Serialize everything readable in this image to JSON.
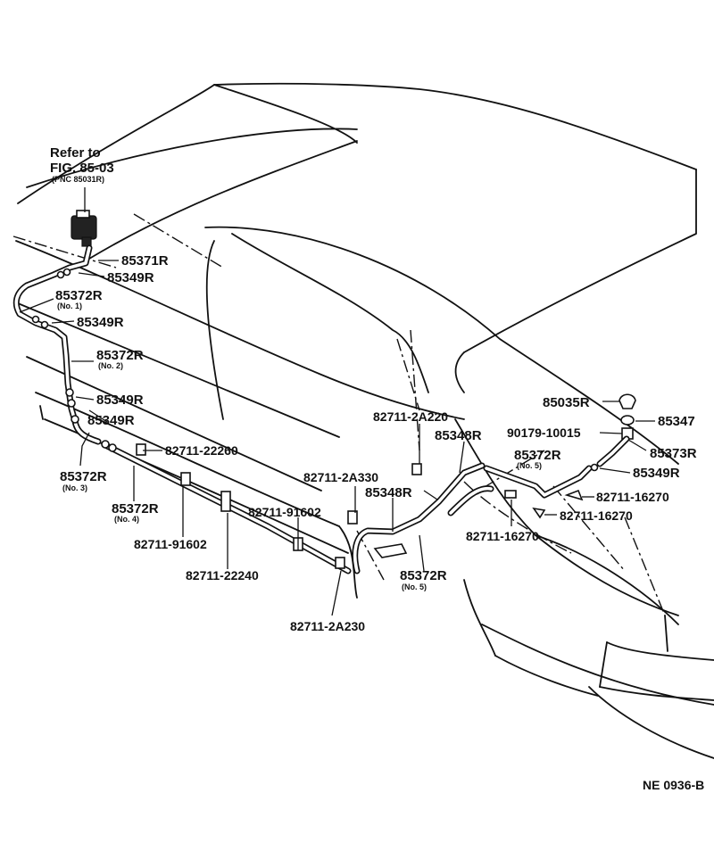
{
  "reference": {
    "line1": "Refer to",
    "line2": "FIG. 85-03",
    "line3": "(PNC 85031R)"
  },
  "labels": {
    "p85371R": "85371R",
    "p85349R_a": "85349R",
    "p85372R_no1": "85372R",
    "no1": "(No. 1)",
    "p85349R_b": "85349R",
    "p85372R_no2": "85372R",
    "no2": "(No. 2)",
    "p85349R_c": "85349R",
    "p85349R_d": "85349R",
    "p85372R_no3": "85372R",
    "no3": "(No. 3)",
    "p82711_22260": "82711-22260",
    "p85372R_no4": "85372R",
    "no4": "(No. 4)",
    "p82711_91602_a": "82711-91602",
    "p82711_91602_b": "82711-91602",
    "p82711_22240": "82711-22240",
    "p82711_2A230": "82711-2A230",
    "p82711_2A330": "82711-2A330",
    "p85348R_a": "85348R",
    "p82711_2A220": "82711-2A220",
    "p85348R_b": "85348R",
    "p85372R_no5a": "85372R",
    "no5a": "(No. 5)",
    "p85372R_no5b": "85372R",
    "no5b": "(No. 5)",
    "p82711_16270_a": "82711-16270",
    "p82711_16270_b": "82711-16270",
    "p82711_16270_c": "82711-16270",
    "p85035R": "85035R",
    "p85347": "85347",
    "p90179_10015": "90179-10015",
    "p85373R": "85373R",
    "p85349R_e": "85349R"
  },
  "diagram_code": "NE  0936-B"
}
